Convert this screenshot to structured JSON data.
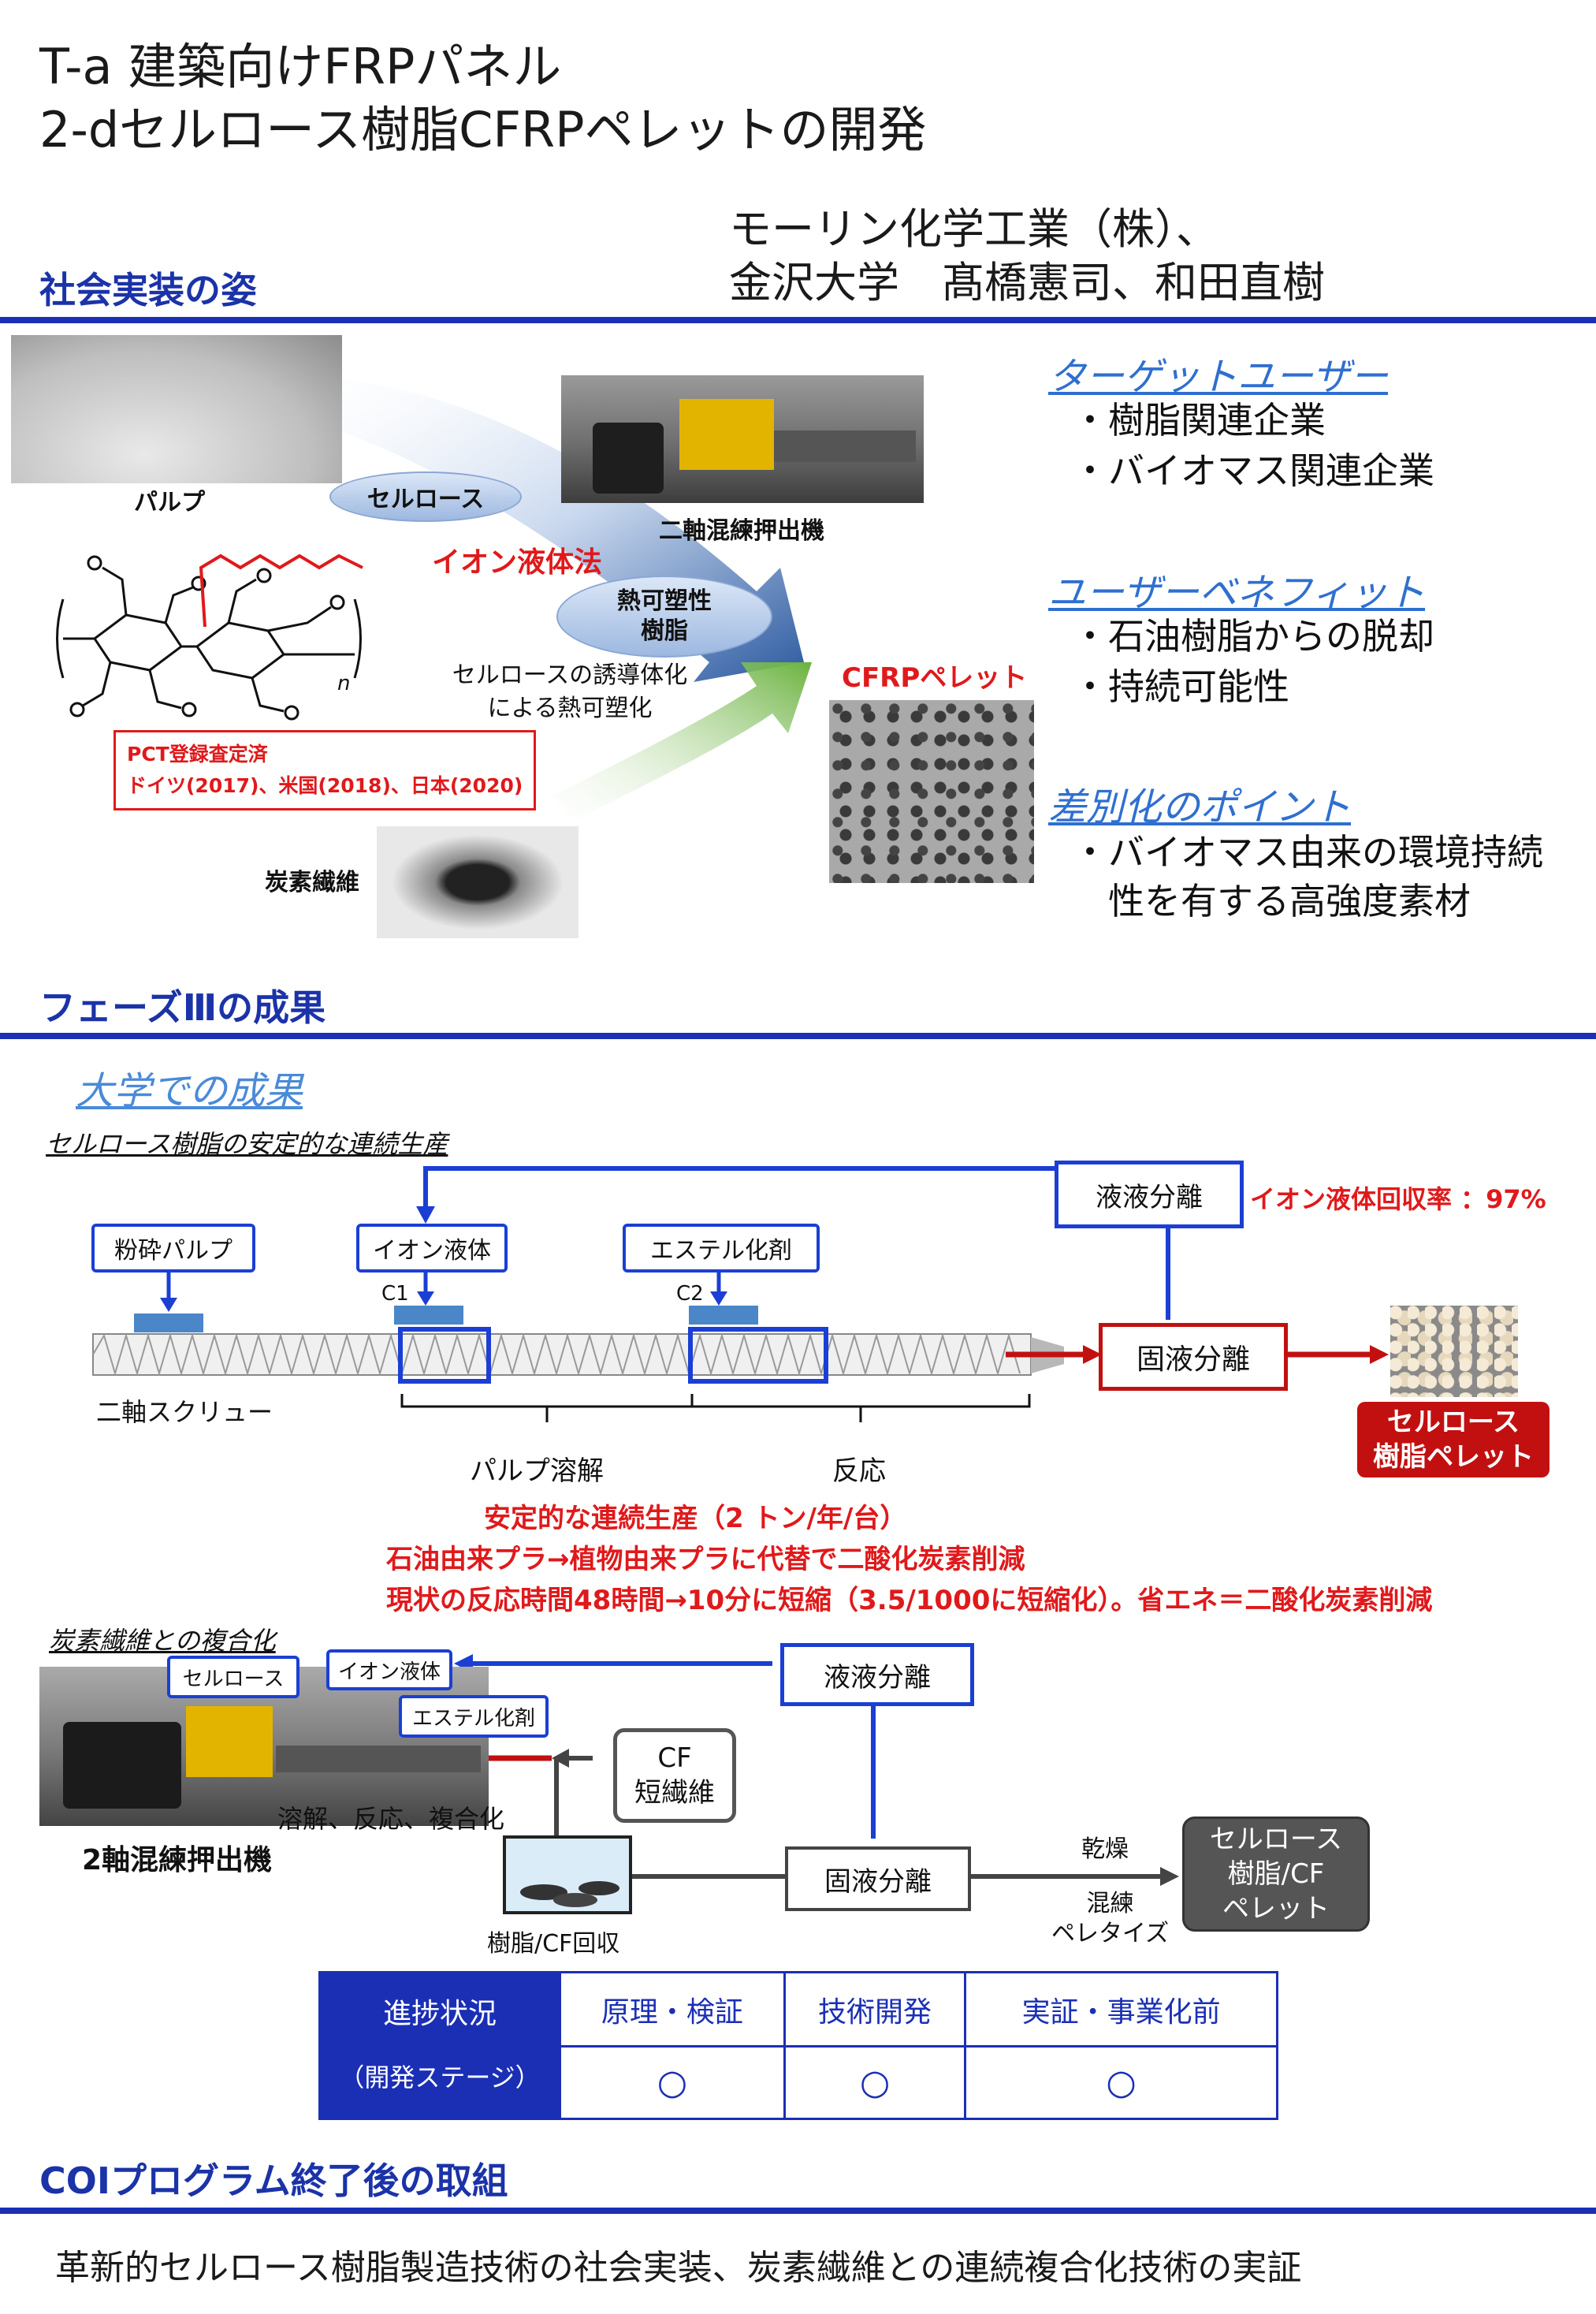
{
  "title": {
    "line1": "T-a 建築向けFRPパネル",
    "line2": "2-dセルロース樹脂CFRPペレットの開発"
  },
  "affiliation": {
    "line1": "モーリン化学工業（株）、",
    "line2": "金沢大学　髙橋憲司、和田直樹"
  },
  "sections": {
    "social": "社会実装の姿",
    "phase3": "フェーズⅢの成果",
    "after": "COIプログラム終了後の取組"
  },
  "top_diagram": {
    "pulp": "パルプ",
    "cellulose": "セルロース",
    "ionic_method": "イオン液体法",
    "thermoplastic": "熱可塑性\n樹脂",
    "extruder": "二軸混練押出機",
    "derivatization": "セルロースの誘導体化\nによる熱可塑化",
    "cfrp_pellet": "CFRPペレット",
    "patent_line1": "PCT登録査定済",
    "patent_line2": "ドイツ(2017)、米国(2018)、日本(2020)",
    "carbon_fiber": "炭素繊維",
    "repeat_n": "n"
  },
  "right_panel": {
    "target_h": "ターゲットユーザー",
    "target_items": [
      "・樹脂関連企業",
      "・バイオマス関連企業"
    ],
    "benefit_h": "ユーザーベネフィット",
    "benefit_items": [
      "・石油樹脂からの脱却",
      "・持続可能性"
    ],
    "diff_h": "差別化のポイント",
    "diff_items": [
      "・バイオマス由来の環境持続",
      "　性を有する高強度素材"
    ]
  },
  "univ": {
    "heading": "大学での成果",
    "sub1": "セルロース樹脂の安定的な連続生産",
    "liquid_sep": "液液分離",
    "recovery": "イオン液体回収率 ：97%",
    "crushed_pulp": "粉砕パルプ",
    "ionic_liquid": "イオン液体",
    "ester_agent": "エステル化剤",
    "c1": "C1",
    "c2": "C2",
    "screw": "二軸スクリュー",
    "solid_sep": "固液分離",
    "pulp_dissolve": "パルプ溶解",
    "reaction": "反応",
    "resin_pellet": "セルロース\n樹脂ペレット",
    "result1": "安定的な連続生産（2 トン/年/台）",
    "result2": "石油由来プラ→植物由来プラに代替で二酸化炭素削減",
    "result3": "現状の反応時間48時間→10分に短縮（3.5/1000に短縮化）。省エネ＝二酸化炭素削減"
  },
  "composite": {
    "sub2": "炭素繊維との複合化",
    "cellulose": "セルロース",
    "ionic_liquid": "イオン液体",
    "ester_agent": "エステル化剤",
    "liquid_sep": "液液分離",
    "cf_short": "CF\n短繊維",
    "process": "溶解、反応、複合化",
    "extruder": "2軸混練押出機",
    "recover": "樹脂/CF回収",
    "solid_sep": "固液分離",
    "dry": "乾燥",
    "knead": "混練\nペレタイズ",
    "product": "セルロース\n樹脂/CF\nペレット"
  },
  "progress": {
    "header1": "進捗状況",
    "header2": "（開発ステージ）",
    "stages": [
      "原理・検証",
      "技術開発",
      "実証・事業化前"
    ],
    "marks": [
      "○",
      "○",
      "○"
    ]
  },
  "footer": {
    "text": "革新的セルロース樹脂製造技術の社会実装、炭素繊維との連続複合化技術の実証"
  },
  "colors": {
    "rule_blue": "#1b2fb5",
    "accent_red": "#e0191b",
    "box_blue": "#1b3fd4"
  }
}
